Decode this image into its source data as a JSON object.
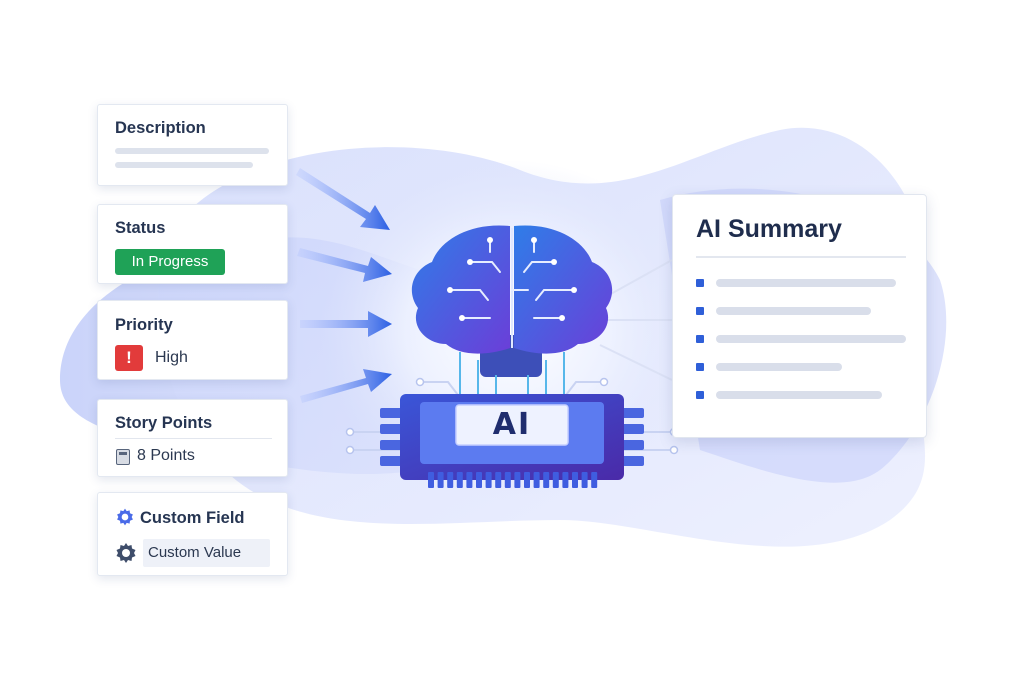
{
  "fields": {
    "description": {
      "title": "Description"
    },
    "status": {
      "title": "Status",
      "value": "In Progress",
      "color": "#1fa257"
    },
    "priority": {
      "title": "Priority",
      "icon_glyph": "!",
      "value": "High",
      "color": "#e23b3b"
    },
    "story_points": {
      "title": "Story Points",
      "value": "8 Points"
    },
    "custom_field": {
      "title": "Custom Field",
      "value": "Custom Value"
    }
  },
  "chip": {
    "label": "AI"
  },
  "summary": {
    "title": "AI Summary",
    "bullet_count": 5
  },
  "icons": [
    "arrow-icon",
    "brain-icon",
    "chip-icon",
    "gear-icon",
    "calculator-icon",
    "alert-icon"
  ],
  "colors": {
    "accent": "#2f5fd8",
    "brain_start": "#2f7de8",
    "brain_end": "#6b3ed8",
    "navy": "#1f2d4d"
  }
}
